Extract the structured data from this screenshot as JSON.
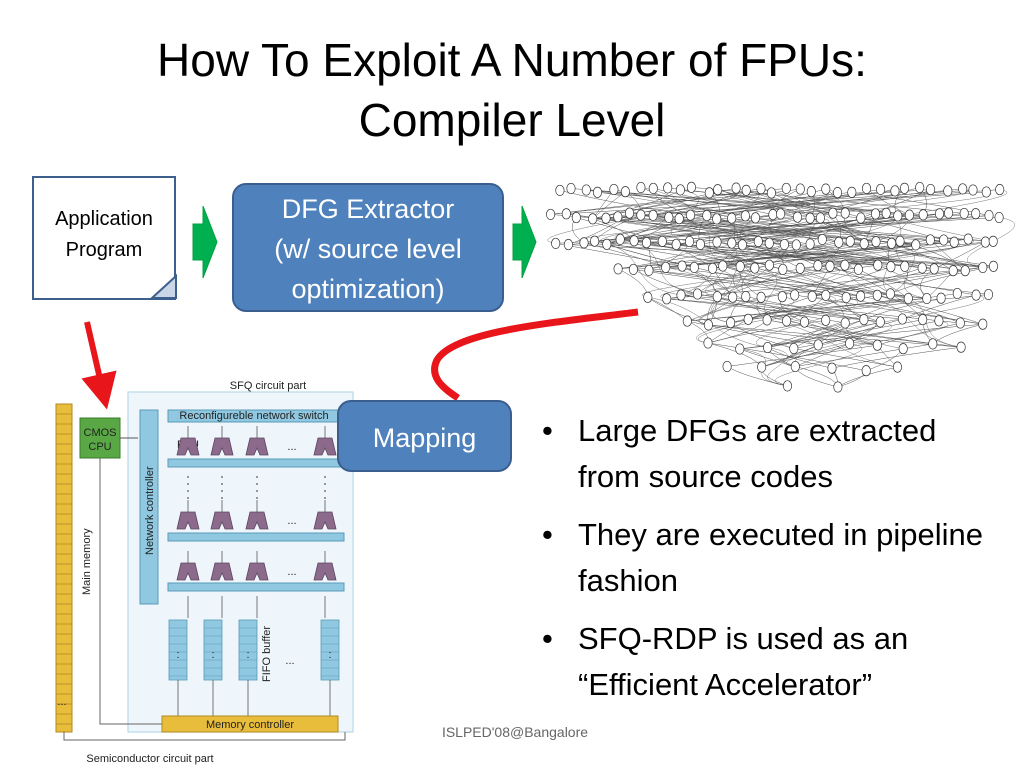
{
  "slide": {
    "title_line1": "How To Exploit A Number of FPUs:",
    "title_line2": "Compiler Level",
    "application_line1": "Application",
    "application_line2": "Program",
    "dfg_line1": "DFG Extractor",
    "dfg_line2": "(w/ source level",
    "dfg_line3": "optimization)",
    "mapping_label": "Mapping",
    "bullets": [
      "Large DFGs are extracted from source codes",
      "They are executed in pipeline fashion",
      "SFQ-RDP is used as an “Efficient Accelerator”"
    ],
    "footer": "ISLPED'08@Bangalore"
  },
  "architecture": {
    "sfq_part": "SFQ circuit part",
    "network_switch": "Reconfigureble network switch",
    "cmos_line1": "CMOS",
    "cmos_line2": "CPU",
    "fpu": "FPU",
    "network_controller": "Network controller",
    "main_memory": "Main memory",
    "fifo_buffer": "FIFO buffer",
    "memory_controller": "Memory controller",
    "semiconductor_part": "Semiconductor circuit part",
    "ellipsis": "..."
  },
  "colors": {
    "arrow_green": "#00b050",
    "arrow_red": "#e8161b",
    "box_blue": "#4f81bd",
    "fpu_purple": "#8c6a8c",
    "memory_gold": "#e8bd3c",
    "cmos_green": "#5aa845",
    "rail_cyan": "#8fc8e0"
  }
}
